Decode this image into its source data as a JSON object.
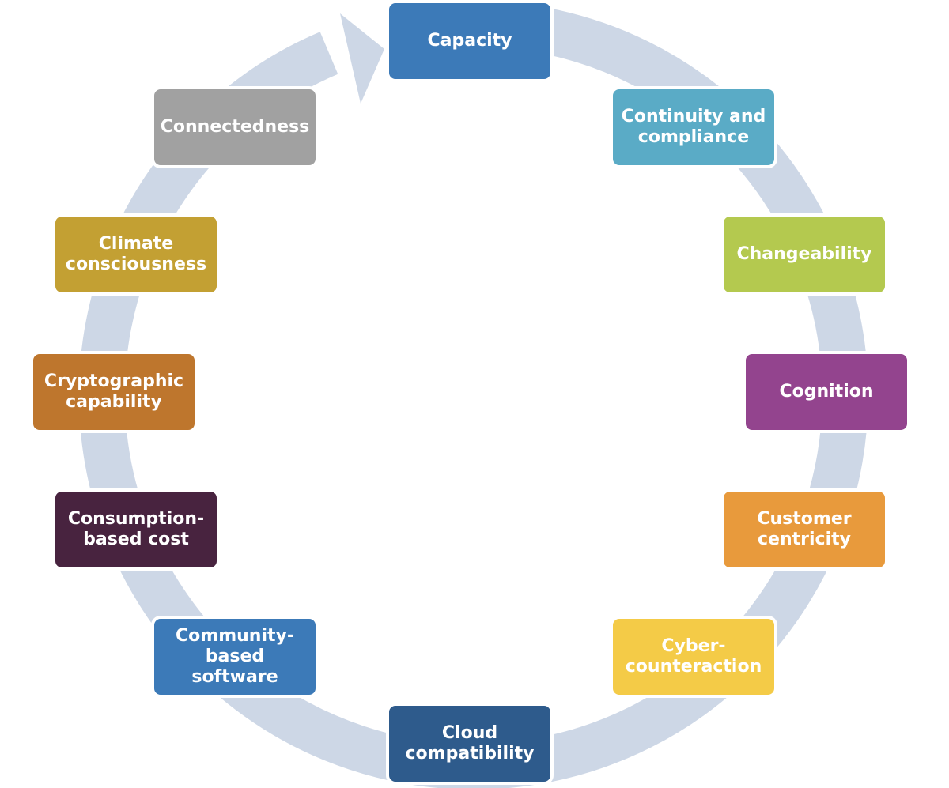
{
  "diagram": {
    "type": "cycle",
    "ring_color": "#cdd7e6",
    "steps": [
      {
        "label": "Capacity",
        "color": "#3c7ab8"
      },
      {
        "label": "Continuity and\ncompliance",
        "color": "#5aabc6"
      },
      {
        "label": "Changeability",
        "color": "#b4c94f"
      },
      {
        "label": "Cognition",
        "color": "#93448e"
      },
      {
        "label": "Customer\ncentricity",
        "color": "#e89a3c"
      },
      {
        "label": "Cyber-\ncounteraction",
        "color": "#f4cb47"
      },
      {
        "label": "Cloud\ncompatibility",
        "color": "#2e5b8c"
      },
      {
        "label": "Community-\nbased software",
        "color": "#3c7ab8"
      },
      {
        "label": "Consumption-\nbased cost",
        "color": "#48233f"
      },
      {
        "label": "Cryptographic\ncapability",
        "color": "#be762d"
      },
      {
        "label": "Climate\nconsciousness",
        "color": "#c3a033"
      },
      {
        "label": "Connectedness",
        "color": "#a1a1a1"
      }
    ]
  }
}
